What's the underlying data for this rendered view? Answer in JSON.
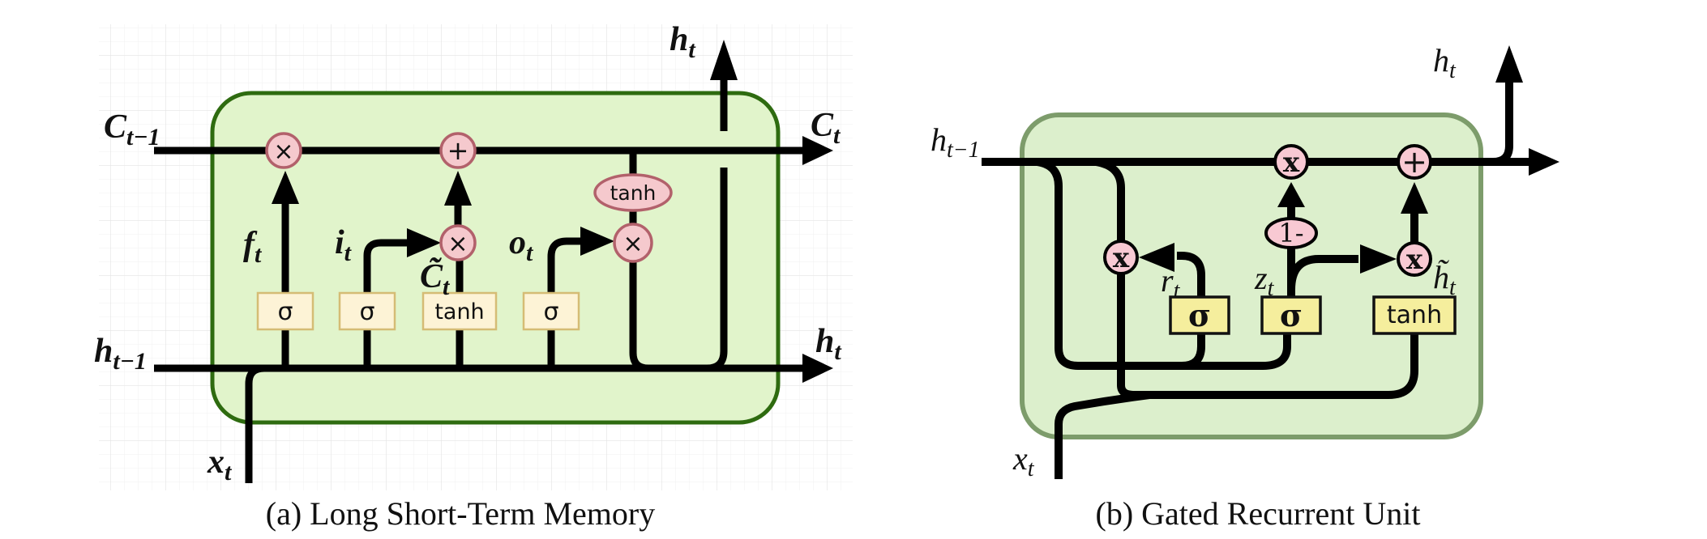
{
  "colors": {
    "background": "#ffffff",
    "grid_minor": "#f1f1f1",
    "grid_major": "#e4e4e4",
    "line": "#000000",
    "lstm": {
      "box_fill": "#e1f4cb",
      "box_stroke": "#2e6b10",
      "op_fill": "#f5c9cd",
      "op_stroke": "#b2616b",
      "gate_fill": "#fdf3d6",
      "gate_stroke": "#d5bc75"
    },
    "gru": {
      "box_fill": "#dcefcc",
      "box_stroke": "#7d9c6b",
      "op_fill": "#f8c9d3",
      "op_stroke": "#000000",
      "gate_fill": "#f5ee9d",
      "gate_stroke": "#111111"
    }
  },
  "lstm": {
    "caption": "(a) Long Short-Term Memory",
    "labels": {
      "cell_in": {
        "main": "C",
        "sub": "t−1"
      },
      "cell_out": {
        "main": "C",
        "sub": "t"
      },
      "hidden_in": {
        "main": "h",
        "sub": "t−1"
      },
      "hidden_out_right": {
        "main": "h",
        "sub": "t"
      },
      "hidden_out_top": {
        "main": "h",
        "sub": "t"
      },
      "input": {
        "main": "x",
        "sub": "t"
      },
      "forget_gate": {
        "main": "f",
        "sub": "t"
      },
      "input_gate": {
        "main": "i",
        "sub": "t"
      },
      "candidate": {
        "main": "C̃",
        "sub": "t"
      },
      "output_gate": {
        "main": "o",
        "sub": "t"
      }
    },
    "gates": {
      "forget": "σ",
      "input": "σ",
      "candidate": "tanh",
      "output": "σ"
    },
    "ops": {
      "forget_mul": "×",
      "add": "+",
      "input_mul": "×",
      "state_tanh": "tanh",
      "output_mul": "×"
    }
  },
  "gru": {
    "caption": "(b) Gated Recurrent Unit",
    "labels": {
      "hidden_in": {
        "main": "h",
        "sub": "t−1"
      },
      "hidden_out": {
        "main": "h",
        "sub": "t"
      },
      "input": {
        "main": "x",
        "sub": "t"
      },
      "reset_gate": {
        "main": "r",
        "sub": "t"
      },
      "update_gate": {
        "main": "z",
        "sub": "t"
      },
      "candidate": {
        "main": "h̃",
        "sub": "t"
      }
    },
    "gates": {
      "reset": "σ",
      "update": "σ",
      "candidate": "tanh"
    },
    "ops": {
      "reset_mul": "x",
      "update_mul": "x",
      "one_minus": "1-",
      "candidate_mul": "x",
      "add": "+"
    }
  }
}
